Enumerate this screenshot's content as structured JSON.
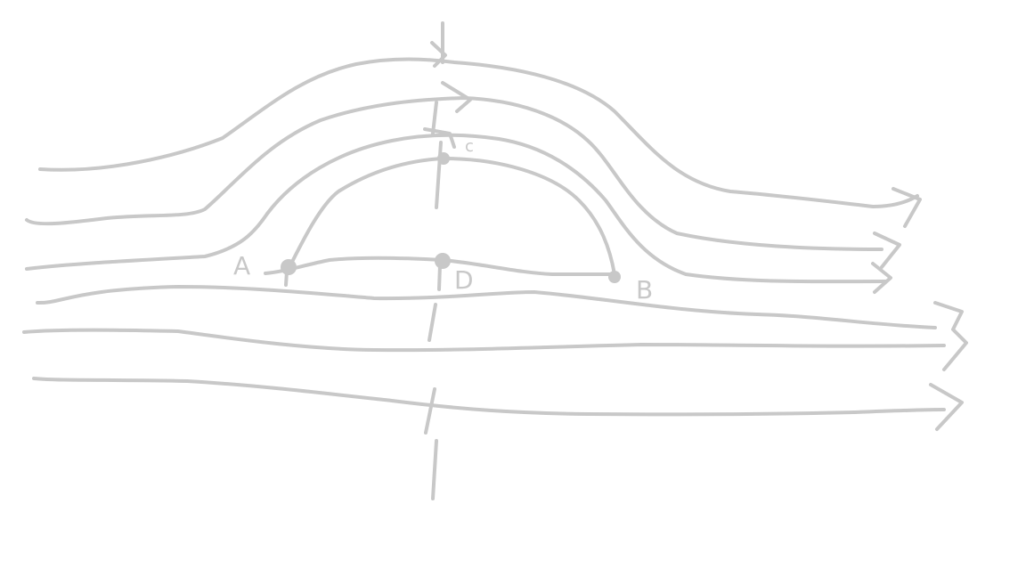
{
  "diagram": {
    "stroke_color": "#c8c8c8",
    "background_color": "#ffffff",
    "points": [
      {
        "id": "A",
        "label": "A"
      },
      {
        "id": "B",
        "label": "B"
      },
      {
        "id": "C",
        "label": "c"
      },
      {
        "id": "D",
        "label": "D"
      }
    ]
  }
}
